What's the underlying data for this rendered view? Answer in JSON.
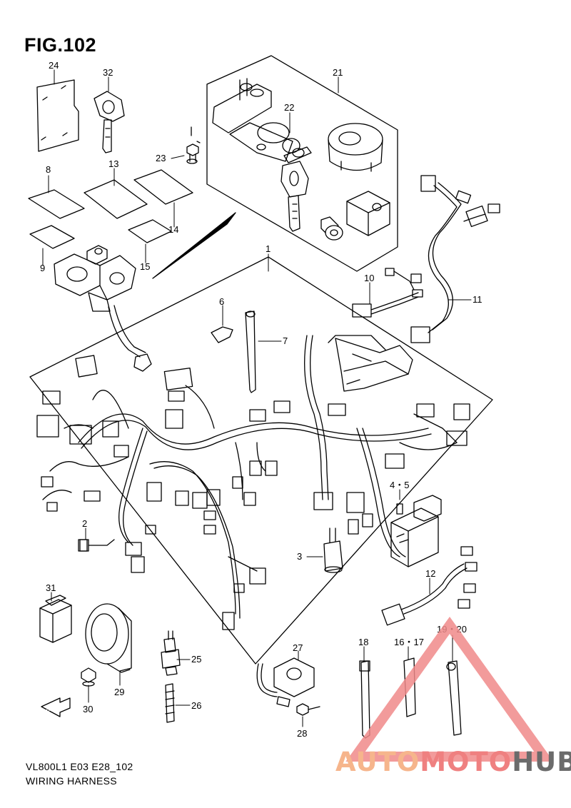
{
  "figure": {
    "title": "FIG.102",
    "model_code": "VL800L1 E03 E28_102",
    "caption": "WIRING HARNESS"
  },
  "callouts": {
    "c1": "1",
    "c2": "2",
    "c3": "3",
    "c4_5": "4・5",
    "c6": "6",
    "c7": "7",
    "c8": "8",
    "c9": "9",
    "c10": "10",
    "c11": "11",
    "c12": "12",
    "c13": "13",
    "c14": "14",
    "c15": "15",
    "c16_17": "16・17",
    "c18": "18",
    "c19_20": "19・20",
    "c21": "21",
    "c22": "22",
    "c23": "23",
    "c24": "24",
    "c25": "25",
    "c26": "26",
    "c27": "27",
    "c28": "28",
    "c29": "29",
    "c30": "30",
    "c31": "31",
    "c32": "32"
  },
  "direction_badge": "FWD",
  "watermark": {
    "part1": "AUTO",
    "part2": "MOTO",
    "part3": "HUB",
    "colors": {
      "auto": "#f6b58c",
      "moto": "#ef8080",
      "hub": "#6b6b6b",
      "triangle": "#f08a8a"
    }
  }
}
